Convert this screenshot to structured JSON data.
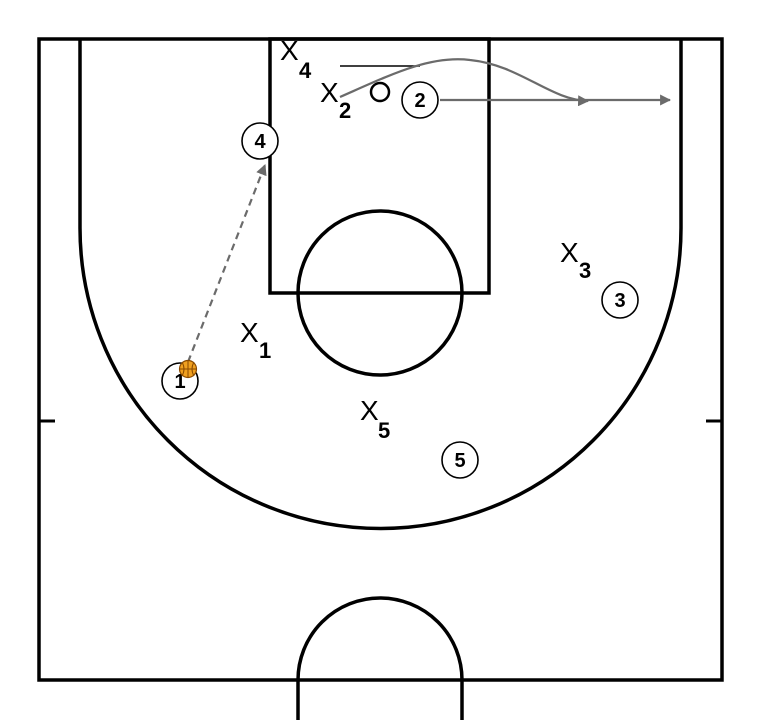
{
  "offense": [
    {
      "id": "1",
      "label": "1",
      "has_ball": true
    },
    {
      "id": "2",
      "label": "2"
    },
    {
      "id": "3",
      "label": "3"
    },
    {
      "id": "4",
      "label": "4"
    },
    {
      "id": "5",
      "label": "5"
    }
  ],
  "defense": [
    {
      "id": "x1",
      "letter": "X",
      "number": "1"
    },
    {
      "id": "x2",
      "letter": "X",
      "number": "2"
    },
    {
      "id": "x3",
      "letter": "X",
      "number": "3"
    },
    {
      "id": "x4",
      "letter": "X",
      "number": "4"
    },
    {
      "id": "x5",
      "letter": "X",
      "number": "5"
    }
  ],
  "colors": {
    "court_lines": "#000000",
    "movement_arrows": "#6b6b6b",
    "ball": "#f0a020"
  }
}
